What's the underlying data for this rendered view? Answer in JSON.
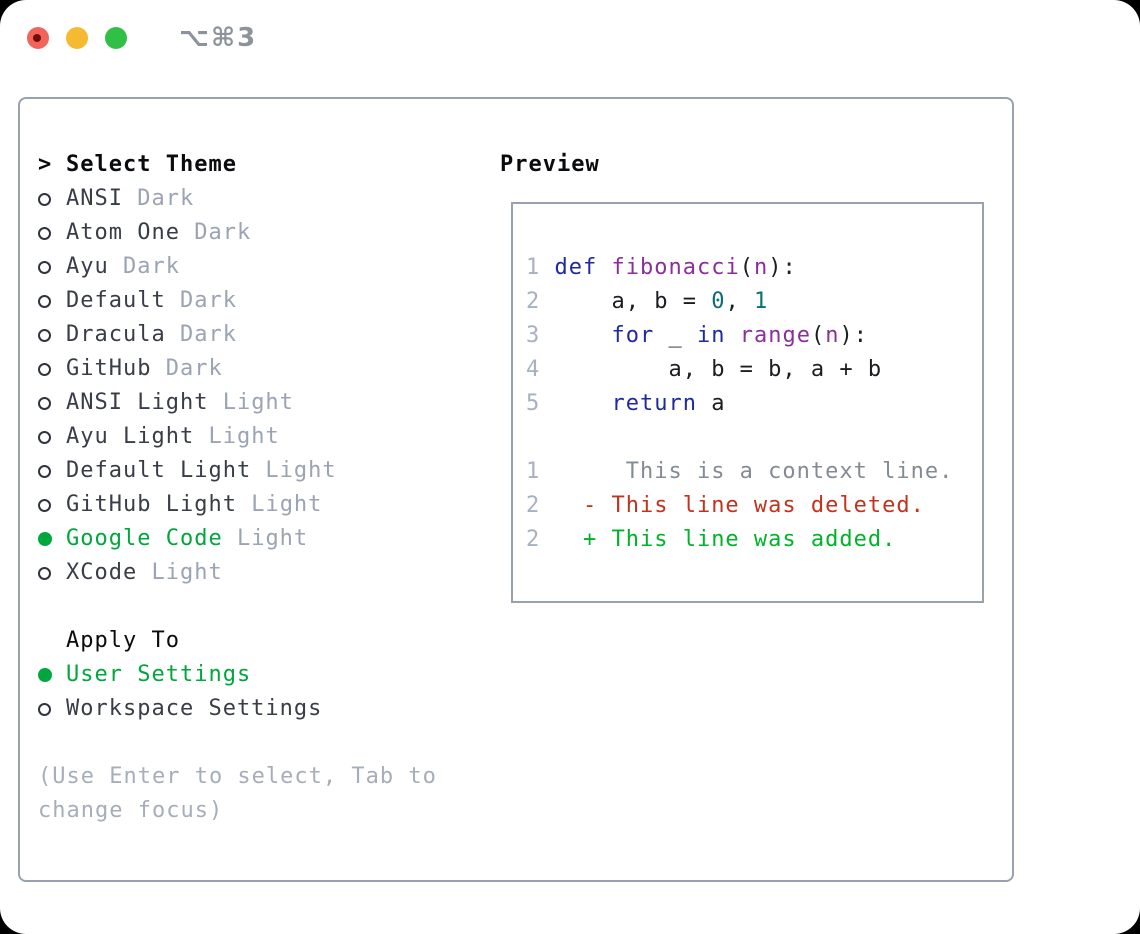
{
  "window": {
    "titlebar_shortcut": "⌥⌘3"
  },
  "traffic_lights": [
    "close",
    "minimize",
    "zoom"
  ],
  "theme_selector": {
    "prompt": ">",
    "title": "Select Theme",
    "themes": [
      {
        "name": "ANSI",
        "variant": "Dark",
        "selected": false
      },
      {
        "name": "Atom One",
        "variant": "Dark",
        "selected": false
      },
      {
        "name": "Ayu",
        "variant": "Dark",
        "selected": false
      },
      {
        "name": "Default",
        "variant": "Dark",
        "selected": false
      },
      {
        "name": "Dracula",
        "variant": "Dark",
        "selected": false
      },
      {
        "name": "GitHub",
        "variant": "Dark",
        "selected": false
      },
      {
        "name": "ANSI Light",
        "variant": "Light",
        "selected": false
      },
      {
        "name": "Ayu Light",
        "variant": "Light",
        "selected": false
      },
      {
        "name": "Default Light",
        "variant": "Light",
        "selected": false
      },
      {
        "name": "GitHub Light",
        "variant": "Light",
        "selected": false
      },
      {
        "name": "Google Code",
        "variant": "Light",
        "selected": true
      },
      {
        "name": "XCode",
        "variant": "Light",
        "selected": false
      }
    ],
    "apply_to": {
      "title": "Apply To",
      "options": [
        {
          "label": "User Settings",
          "selected": true
        },
        {
          "label": "Workspace Settings",
          "selected": false
        }
      ]
    },
    "help_text": "(Use Enter to select, Tab to change focus)"
  },
  "preview": {
    "title": "Preview",
    "lines": [
      [],
      [
        {
          "t": "1 ",
          "c": "ln"
        },
        {
          "t": "def ",
          "c": "kw"
        },
        {
          "t": "fibonacci",
          "c": "fn"
        },
        {
          "t": "(",
          "c": "pl"
        },
        {
          "t": "n",
          "c": "fn"
        },
        {
          "t": "):",
          "c": "pl"
        }
      ],
      [
        {
          "t": "2 ",
          "c": "ln"
        },
        {
          "t": "    a, b = ",
          "c": "pl"
        },
        {
          "t": "0",
          "c": "nm"
        },
        {
          "t": ", ",
          "c": "pl"
        },
        {
          "t": "1",
          "c": "nm"
        }
      ],
      [
        {
          "t": "3 ",
          "c": "ln"
        },
        {
          "t": "    ",
          "c": "pl"
        },
        {
          "t": "for",
          "c": "kw"
        },
        {
          "t": " _ ",
          "c": "pl"
        },
        {
          "t": "in",
          "c": "kw"
        },
        {
          "t": " ",
          "c": "pl"
        },
        {
          "t": "range",
          "c": "fn"
        },
        {
          "t": "(",
          "c": "pl"
        },
        {
          "t": "n",
          "c": "fn"
        },
        {
          "t": "):",
          "c": "pl"
        }
      ],
      [
        {
          "t": "4 ",
          "c": "ln"
        },
        {
          "t": "        a, b = b, a + b",
          "c": "pl"
        }
      ],
      [
        {
          "t": "5 ",
          "c": "ln"
        },
        {
          "t": "    ",
          "c": "pl"
        },
        {
          "t": "return",
          "c": "kw"
        },
        {
          "t": " a",
          "c": "pl"
        }
      ],
      [],
      [
        {
          "t": "1",
          "c": "ln"
        },
        {
          "t": "      This is a context line.",
          "c": "ctx"
        }
      ],
      [
        {
          "t": "2",
          "c": "ln"
        },
        {
          "t": "   - This line was deleted.",
          "c": "del"
        }
      ],
      [
        {
          "t": "2",
          "c": "ln"
        },
        {
          "t": "   + This line was added.",
          "c": "add"
        }
      ]
    ]
  },
  "colors": {
    "accent_green": "#00a73d",
    "diff_added": "#00b428",
    "diff_removed": "#c2331d",
    "keyword": "#1f2aa0",
    "function": "#8b2f9c",
    "number_literal": "#0b6e72",
    "context": "#858b94",
    "line_number": "#a7b1bf",
    "plain": "#1b1d22",
    "muted_variant": "#9aa4b2",
    "help_gray": "#a6aeba",
    "item_text": "#383d47"
  }
}
